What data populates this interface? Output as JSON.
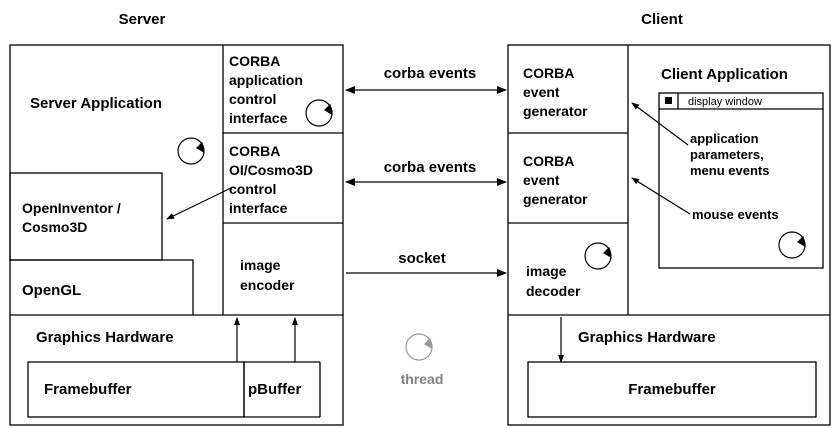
{
  "headings": {
    "server": "Server",
    "client": "Client"
  },
  "server": {
    "application": "Server Application",
    "corba_app_control": [
      "CORBA",
      "application",
      "control",
      "interface"
    ],
    "corba_oi_control": [
      "CORBA",
      "OI/Cosmo3D",
      "control",
      "interface"
    ],
    "openinventor": [
      "OpenInventor /",
      "Cosmo3D"
    ],
    "opengl": "OpenGL",
    "image_encoder": [
      "image",
      "encoder"
    ],
    "graphics_hardware": "Graphics Hardware",
    "framebuffer": "Framebuffer",
    "pbuffer": "pBuffer"
  },
  "connections": {
    "corba_events_1": "corba events",
    "corba_events_2": "corba events",
    "socket": "socket",
    "thread": "thread"
  },
  "client": {
    "event_generator_1": [
      "CORBA",
      "event",
      "generator"
    ],
    "event_generator_2": [
      "CORBA",
      "event",
      "generator"
    ],
    "image_decoder": [
      "image",
      "decoder"
    ],
    "application": "Client Application",
    "display_window": "display window",
    "app_params": [
      "application",
      "parameters,",
      "menu events"
    ],
    "mouse_events": "mouse events",
    "graphics_hardware": "Graphics Hardware",
    "framebuffer": "Framebuffer"
  },
  "colors": {
    "line": "#000000",
    "thread_label": "#808080",
    "thread_icon": "#999999"
  }
}
